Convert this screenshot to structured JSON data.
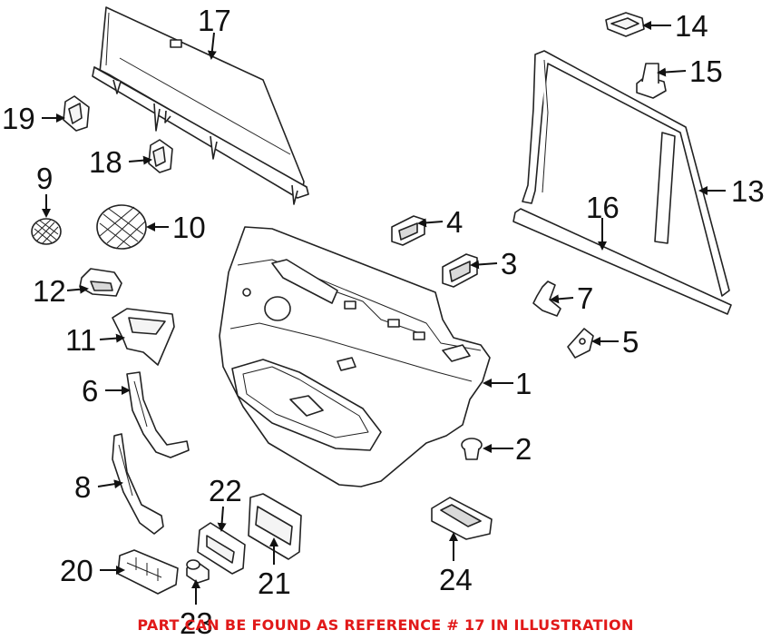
{
  "callouts": [
    {
      "id": "1",
      "label": "1"
    },
    {
      "id": "2",
      "label": "2"
    },
    {
      "id": "3",
      "label": "3"
    },
    {
      "id": "4",
      "label": "4"
    },
    {
      "id": "5",
      "label": "5"
    },
    {
      "id": "6",
      "label": "6"
    },
    {
      "id": "7",
      "label": "7"
    },
    {
      "id": "8",
      "label": "8"
    },
    {
      "id": "9",
      "label": "9"
    },
    {
      "id": "10",
      "label": "10"
    },
    {
      "id": "11",
      "label": "11"
    },
    {
      "id": "12",
      "label": "12"
    },
    {
      "id": "13",
      "label": "13"
    },
    {
      "id": "14",
      "label": "14"
    },
    {
      "id": "15",
      "label": "15"
    },
    {
      "id": "16",
      "label": "16"
    },
    {
      "id": "17",
      "label": "17"
    },
    {
      "id": "18",
      "label": "18"
    },
    {
      "id": "19",
      "label": "19"
    },
    {
      "id": "20",
      "label": "20"
    },
    {
      "id": "21",
      "label": "21"
    },
    {
      "id": "22",
      "label": "22"
    },
    {
      "id": "23",
      "label": "23"
    },
    {
      "id": "24",
      "label": "24"
    }
  ],
  "note": "PART CAN BE FOUND AS REFERENCE # 17 IN ILLUSTRATION",
  "colors": {
    "note": "#e11919",
    "line": "#222222"
  }
}
